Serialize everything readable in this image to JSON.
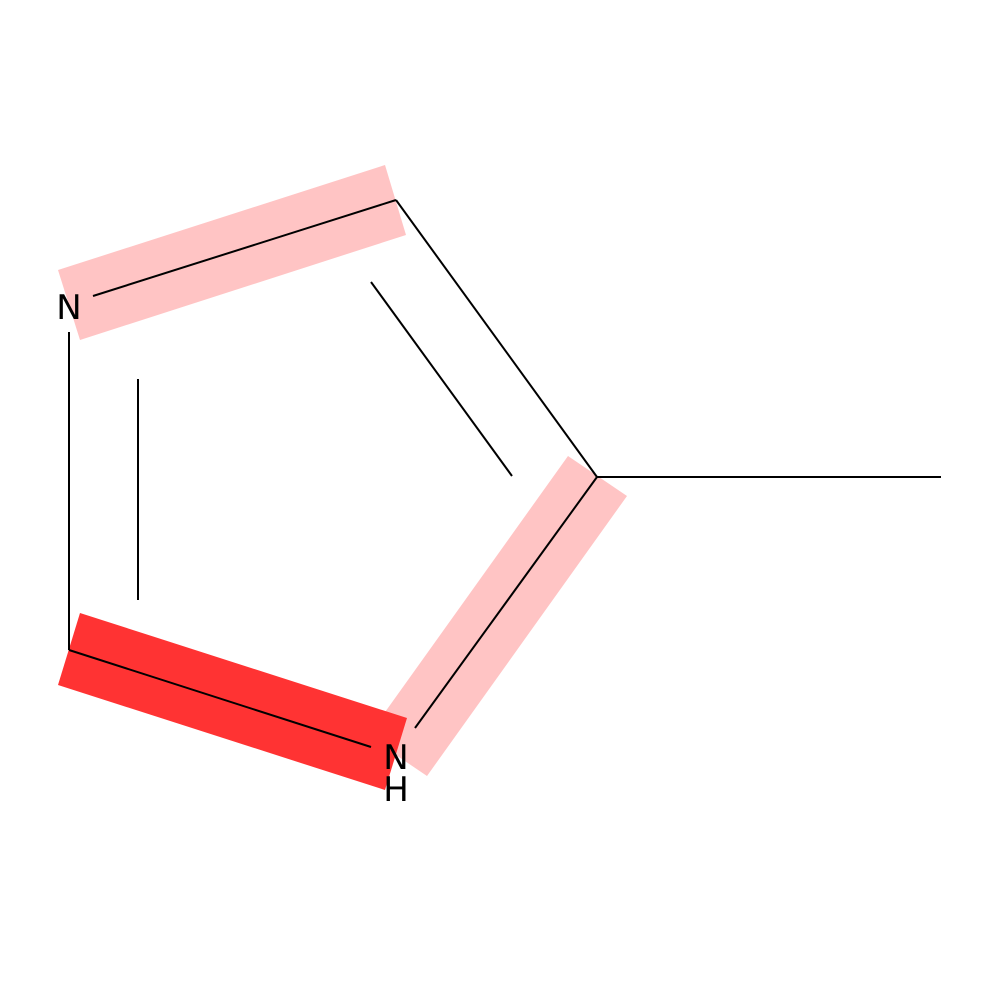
{
  "molecule": {
    "atoms": [
      {
        "id": "n1",
        "label": "N"
      },
      {
        "id": "n2",
        "label": "N"
      },
      {
        "id": "n2h",
        "label": "H"
      }
    ],
    "highlight_colors": {
      "strong": "#ff3333",
      "light": "#ffc4c4"
    },
    "bond_color": "#000000"
  }
}
